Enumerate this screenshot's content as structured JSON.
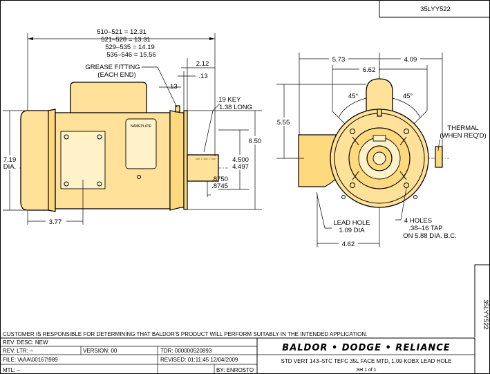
{
  "drawing_number": "35LYY522",
  "dimensions": {
    "length_table": [
      "510–521 = 12.31",
      "521–528 = 13.31",
      "529–535 = 14.19",
      "536–546 = 15.56"
    ],
    "grease_fitting": [
      "GREASE FITTING",
      "(EACH END)"
    ],
    "dim_2_12": "2.12",
    "dim_13_top": ".13",
    "dim_13_left": ".13",
    "key": [
      ".19 KEY",
      "1.38 LONG"
    ],
    "nameplate": "NAMEPLATE",
    "dim_6_50": "6.50",
    "shaft_dia": [
      "4.500",
      "4.497"
    ],
    "shaft_fit": [
      ".8750",
      ".8745"
    ],
    "body_dia": [
      "7.19",
      "DIA."
    ],
    "dim_3_77": "3.77",
    "dim_5_73": "5.73",
    "dim_4_09": "4.09",
    "dim_6_62": "6.62",
    "dim_5_55": "5.55",
    "angle_left": "45°",
    "angle_right": "45°",
    "thermal": [
      "THERMAL",
      "(WHEN REQ'D)"
    ],
    "lead_hole": [
      "LEAD HOLE",
      "1.09 DIA"
    ],
    "holes": [
      "4 HOLES",
      ".38–16 TAP",
      "ON 5.88 DIA. B.C."
    ],
    "dim_4_62": "4.62"
  },
  "notice": "CUSTOMER IS RESPONSIBLE FOR DETERMINING THAT BALDOR'S PRODUCT WILL PERFORM SUITABLY IN THE INTENDED APPLICATION.",
  "title_block": {
    "rev_desc": "REV. DESC:  NEW",
    "rev_ltr": "REV. LTR:  –",
    "version": "VERSION: 00",
    "tdr": "TDR: 000000520893",
    "file": "FILE: \\AAA\\00167\\989",
    "revised": "REVISED: 01:11:45 12/04/2009",
    "mtl": "MTL: –",
    "by": "BY: ENROSTO",
    "brand": "BALDOR • DODGE • RELIANCE",
    "description": "STD VERT 143–5TC TEFC 35L FACE MTD, 1.09 KOBX LEAD HOLE",
    "sheet": "SH 1 of 1"
  }
}
